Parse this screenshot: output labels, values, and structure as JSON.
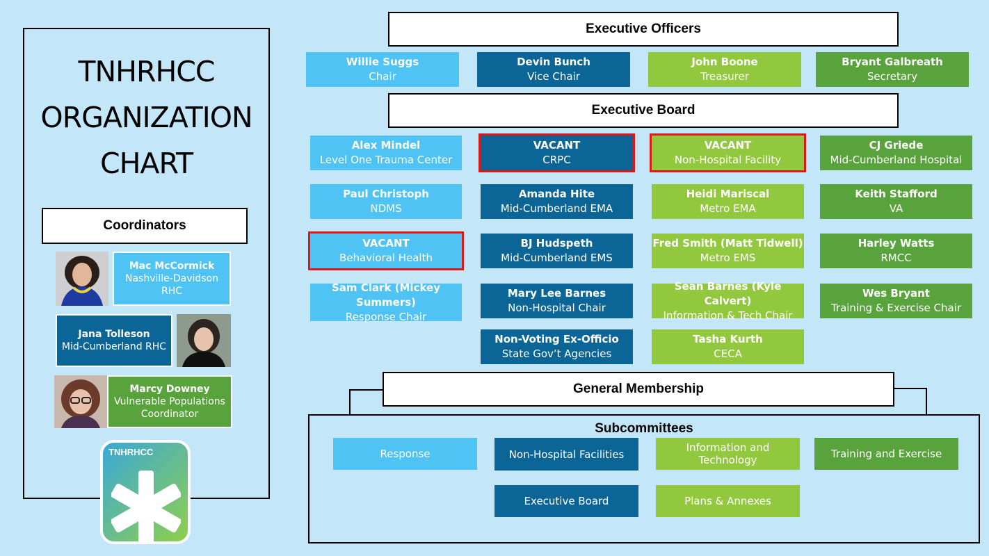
{
  "left": {
    "title_lines": [
      "TNHRHCC",
      "ORGANIZATION",
      "CHART"
    ],
    "coordinators_header": "Coordinators",
    "coordinators": [
      {
        "name": "Mac McCormick",
        "role": "Nashville-Davidson RHC"
      },
      {
        "name": "Jana Tolleson",
        "role": "Mid-Cumberland RHC"
      },
      {
        "name": "Marcy Downey",
        "role": "Vulnerable Populations Coordinator"
      }
    ],
    "logo_text": "TNHRHCC"
  },
  "executive_officers": {
    "header": "Executive Officers",
    "members": [
      {
        "name": "Willie Suggs",
        "role": "Chair"
      },
      {
        "name": "Devin Bunch",
        "role": "Vice Chair"
      },
      {
        "name": "John Boone",
        "role": "Treasurer"
      },
      {
        "name": "Bryant Galbreath",
        "role": "Secretary"
      }
    ]
  },
  "executive_board": {
    "header": "Executive Board",
    "rows": [
      [
        {
          "name": "Alex Mindel",
          "role": "Level One Trauma Center"
        },
        {
          "name": "VACANT",
          "role": "CRPC"
        },
        {
          "name": "VACANT",
          "role": "Non-Hospital Facility"
        },
        {
          "name": "CJ Griede",
          "role": "Mid-Cumberland Hospital"
        }
      ],
      [
        {
          "name": "Paul Christoph",
          "role": "NDMS"
        },
        {
          "name": "Amanda Hite",
          "role": "Mid-Cumberland EMA"
        },
        {
          "name": "Heidi Mariscal",
          "role": "Metro EMA"
        },
        {
          "name": "Keith Stafford",
          "role": "VA"
        }
      ],
      [
        {
          "name": "VACANT",
          "role": "Behavioral Health"
        },
        {
          "name": "BJ Hudspeth",
          "role": "Mid-Cumberland EMS"
        },
        {
          "name": "Fred Smith (Matt Tidwell)",
          "role": "Metro EMS"
        },
        {
          "name": "Harley Watts",
          "role": "RMCC"
        }
      ],
      [
        {
          "name": "Sam Clark (Mickey Summers)",
          "role": "Response Chair"
        },
        {
          "name": "Mary Lee Barnes",
          "role": "Non-Hospital Chair"
        },
        {
          "name": "Sean Barnes (Kyle Calvert)",
          "role": "Information & Tech Chair"
        },
        {
          "name": "Wes Bryant",
          "role": "Training & Exercise Chair"
        }
      ],
      [
        {
          "name": "Non-Voting Ex-Officio",
          "role": "State Gov’t Agencies"
        },
        {
          "name": "Tasha Kurth",
          "role": "CECA"
        }
      ]
    ]
  },
  "general_membership": {
    "header": "General Membership",
    "subcommittees_header": "Subcommittees",
    "subcommittees": [
      "Response",
      "Non-Hospital Facilities",
      "Information and Technology",
      "Training and Exercise",
      "Executive Board",
      "Plans & Annexes"
    ]
  },
  "colors": {
    "background": "#c3e6f8",
    "light_blue": "#4fc3f4",
    "navy": "#0b6596",
    "lime": "#92c83e",
    "green": "#59a33c",
    "vacant_outline": "#e01717"
  }
}
